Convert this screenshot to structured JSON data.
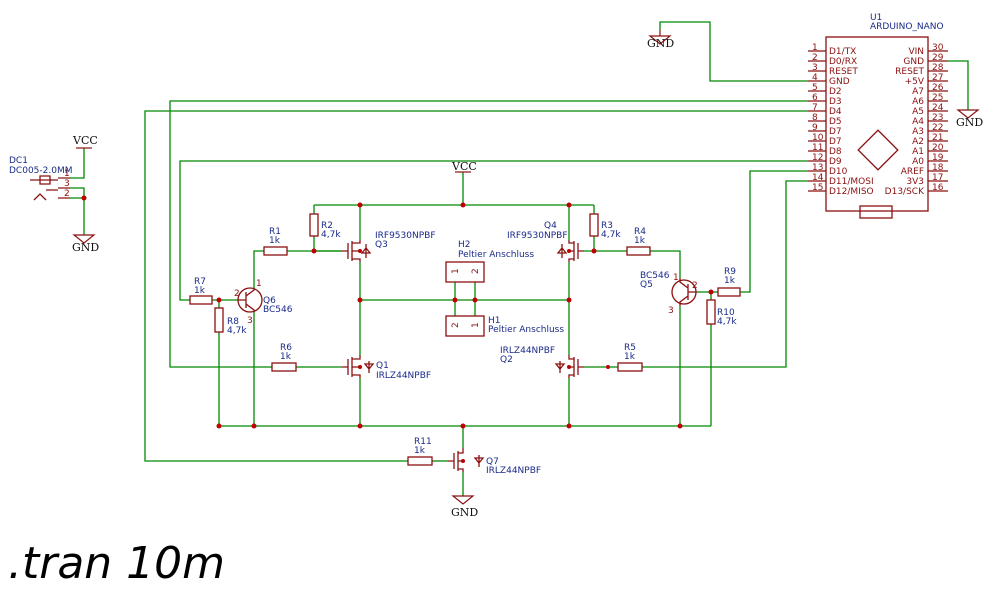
{
  "directive": ".tran 10m",
  "nets": {
    "gnd": "GND",
    "vcc": "VCC"
  },
  "arduino": {
    "ref": "U1",
    "value": "ARDUINO_NANO",
    "left_pins": [
      {
        "num": "1",
        "name": "D1/TX"
      },
      {
        "num": "2",
        "name": "D0/RX"
      },
      {
        "num": "3",
        "name": "RESET"
      },
      {
        "num": "4",
        "name": "GND"
      },
      {
        "num": "5",
        "name": "D2"
      },
      {
        "num": "6",
        "name": "D3"
      },
      {
        "num": "7",
        "name": "D4"
      },
      {
        "num": "8",
        "name": "D5"
      },
      {
        "num": "9",
        "name": "D7"
      },
      {
        "num": "10",
        "name": "D7"
      },
      {
        "num": "11",
        "name": "D8"
      },
      {
        "num": "12",
        "name": "D9"
      },
      {
        "num": "13",
        "name": "D10"
      },
      {
        "num": "14",
        "name": "D11/MOSI"
      },
      {
        "num": "15",
        "name": "D12/MISO"
      }
    ],
    "right_pins": [
      {
        "num": "30",
        "name": "VIN"
      },
      {
        "num": "29",
        "name": "GND"
      },
      {
        "num": "28",
        "name": "RESET"
      },
      {
        "num": "27",
        "name": "+5V"
      },
      {
        "num": "26",
        "name": "A7"
      },
      {
        "num": "25",
        "name": "A6"
      },
      {
        "num": "24",
        "name": "A5"
      },
      {
        "num": "23",
        "name": "A4"
      },
      {
        "num": "22",
        "name": "A3"
      },
      {
        "num": "21",
        "name": "A2"
      },
      {
        "num": "20",
        "name": "A1"
      },
      {
        "num": "19",
        "name": "A0"
      },
      {
        "num": "18",
        "name": "AREF"
      },
      {
        "num": "17",
        "name": "3V3"
      },
      {
        "num": "16",
        "name": "D13/SCK"
      }
    ]
  },
  "dc_jack": {
    "ref": "DC1",
    "value": "DC005-2.0MM",
    "pins": [
      "1",
      "3",
      "2"
    ]
  },
  "resistors": {
    "r1": {
      "ref": "R1",
      "value": "1k"
    },
    "r2": {
      "ref": "R2",
      "value": "4,7k"
    },
    "r3": {
      "ref": "R3",
      "value": "4,7k"
    },
    "r4": {
      "ref": "R4",
      "value": "1k"
    },
    "r5": {
      "ref": "R5",
      "value": "1k"
    },
    "r6": {
      "ref": "R6",
      "value": "1k"
    },
    "r7": {
      "ref": "R7",
      "value": "1k"
    },
    "r8": {
      "ref": "R8",
      "value": "4,7k"
    },
    "r9": {
      "ref": "R9",
      "value": "1k"
    },
    "r10": {
      "ref": "R10",
      "value": "4,7k"
    },
    "r11": {
      "ref": "R11",
      "value": "1k"
    }
  },
  "transistors": {
    "q1": {
      "ref": "Q1",
      "value": "IRLZ44NPBF"
    },
    "q2": {
      "ref": "Q2",
      "value": "IRLZ44NPBF"
    },
    "q3": {
      "ref": "Q3",
      "value": "IRF9530NPBF"
    },
    "q4": {
      "ref": "Q4",
      "value": "IRF9530NPBF"
    },
    "q5": {
      "ref": "Q5",
      "value": "BC546"
    },
    "q6": {
      "ref": "Q6",
      "value": "BC546"
    },
    "q7": {
      "ref": "Q7",
      "value": "IRLZ44NPBF"
    }
  },
  "bjt_pins": [
    "1",
    "2",
    "3"
  ],
  "headers": {
    "h1": {
      "ref": "H1",
      "value": "Peltier Anschluss",
      "pins": [
        "2",
        "1"
      ]
    },
    "h2": {
      "ref": "H2",
      "value": "Peltier Anschluss",
      "pins": [
        "1",
        "2"
      ]
    }
  }
}
